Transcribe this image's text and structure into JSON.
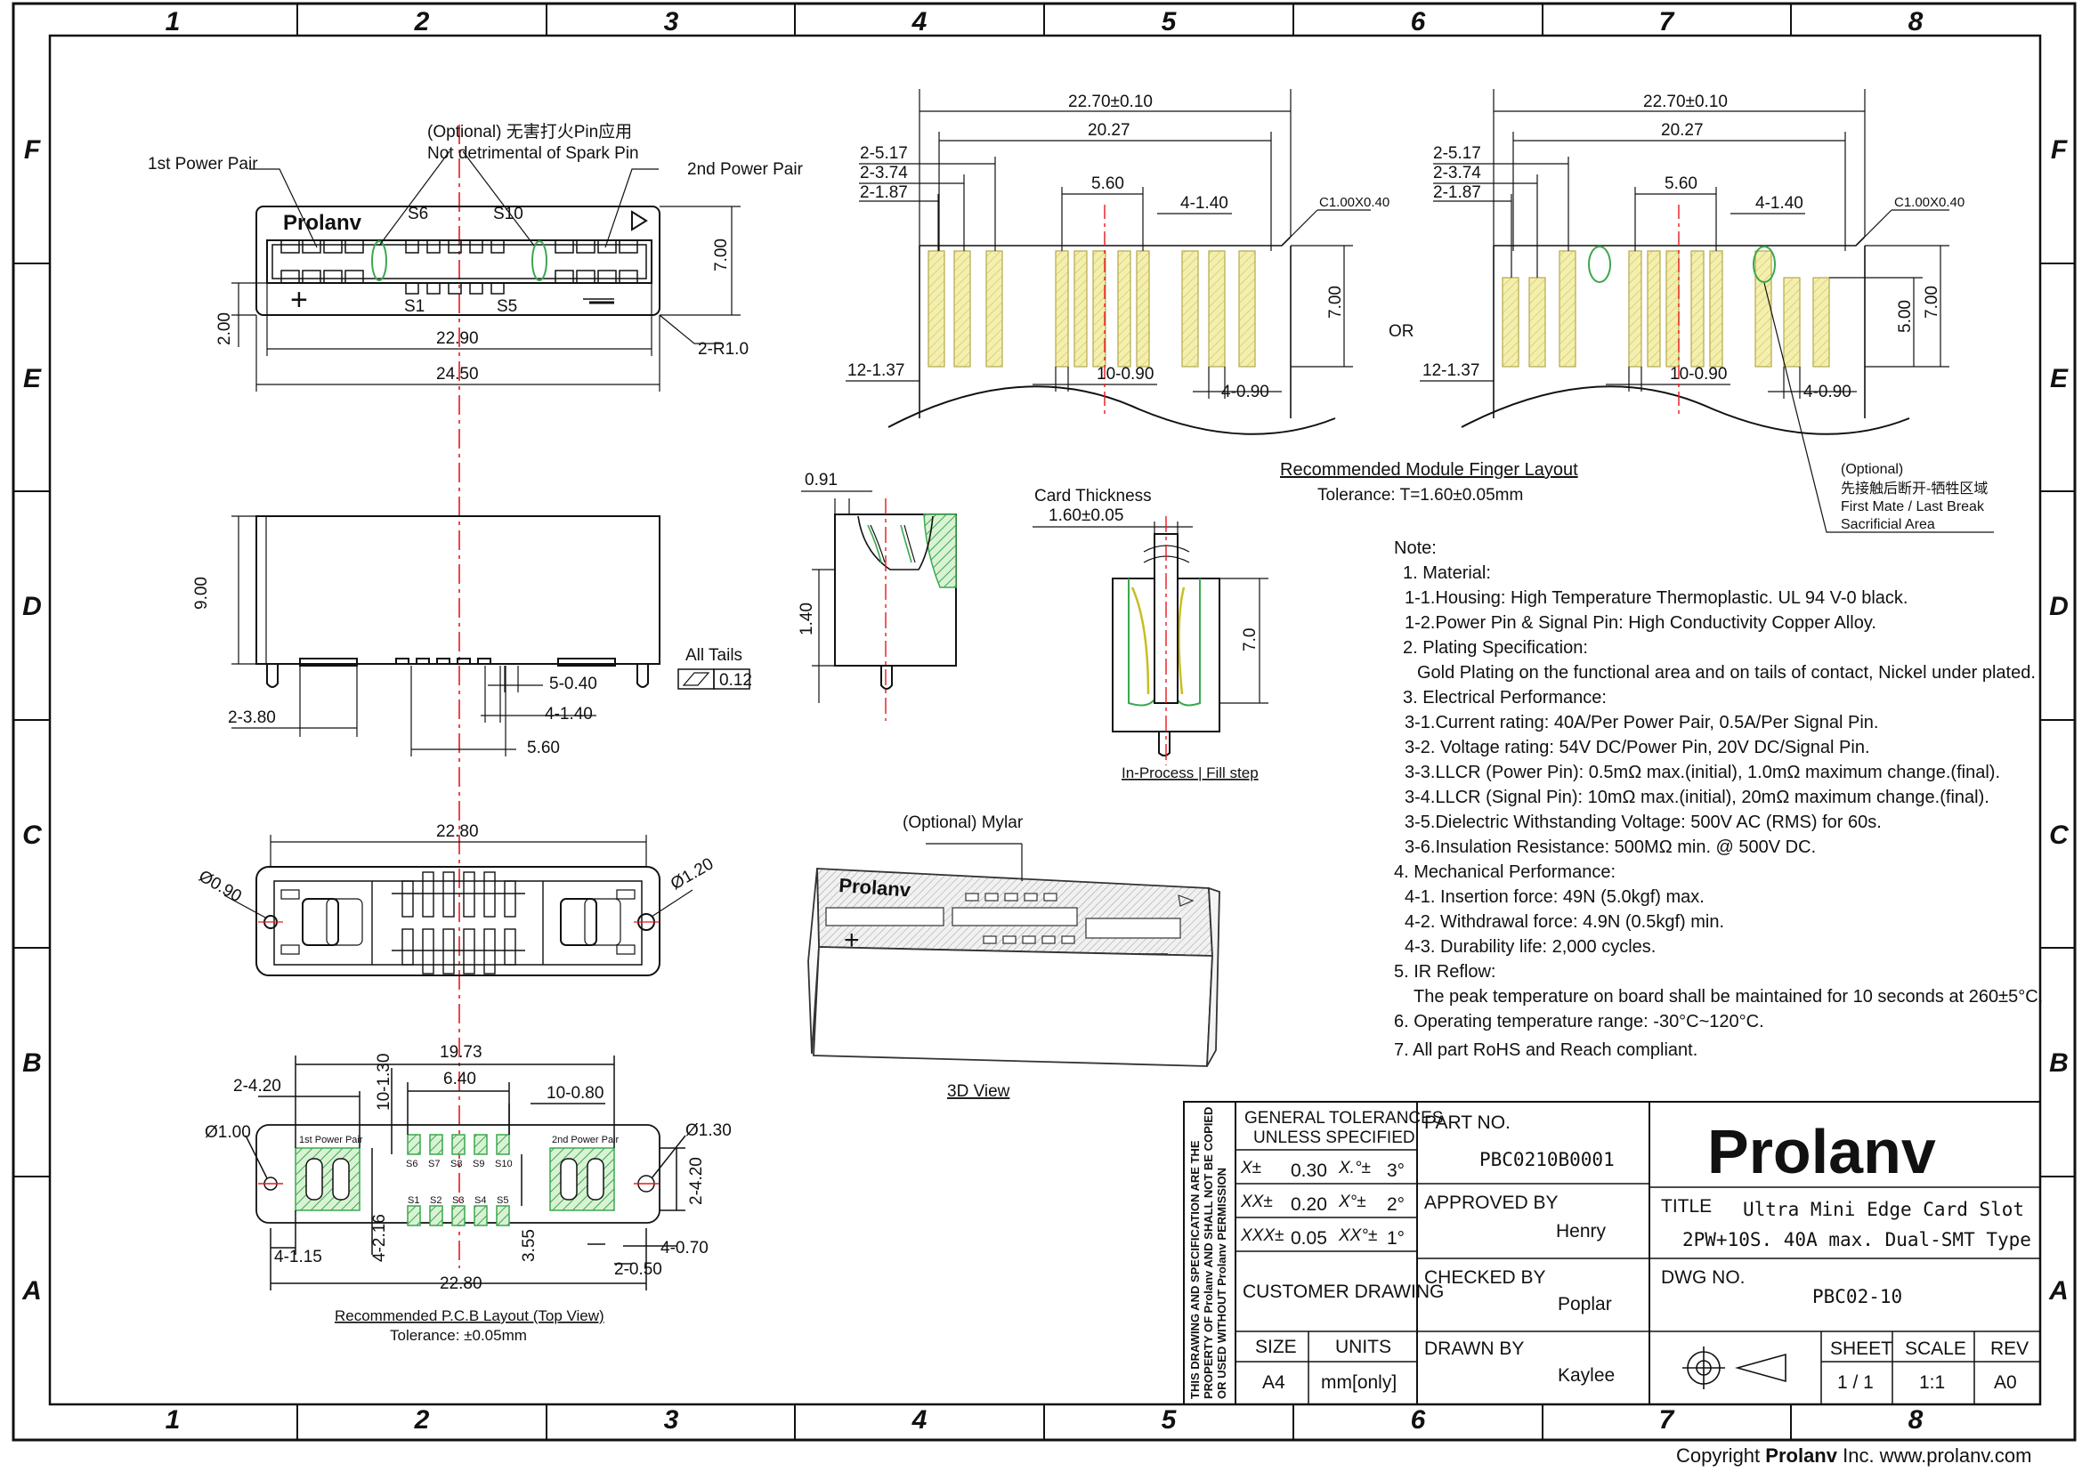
{
  "zones": {
    "cols": [
      "1",
      "2",
      "3",
      "4",
      "5",
      "6",
      "7",
      "8"
    ],
    "rows": [
      "F",
      "E",
      "D",
      "C",
      "B",
      "A"
    ]
  },
  "top_view": {
    "brand": "Prolanv",
    "optional_note_1": "(Optional) 无害打火Pin应用",
    "optional_note_2": "Not detrimental of Spark Pin",
    "power_pair_1": "1st Power Pair",
    "power_pair_2": "2nd Power Pair",
    "s6": "S6",
    "s10": "S10",
    "s1": "S1",
    "s5": "S5",
    "plus": "+",
    "dim_700": "7.00",
    "dim_200": "2.00",
    "dim_2290": "22.90",
    "dim_2450": "24.50",
    "dim_r1": "2-R1.0"
  },
  "front_view": {
    "dim_900": "9.00",
    "dim_380": "2-3.80",
    "dim_040": "5-0.40",
    "dim_140": "4-1.40",
    "dim_560": "5.60",
    "all_tails": "All Tails",
    "coplanarity": "0.12"
  },
  "bottom_view": {
    "dim_2280": "22.80",
    "dim_090": "Ø0.90",
    "dim_120": "Ø1.20"
  },
  "pcb_layout": {
    "dim_1973": "19.73",
    "dim_640": "6.40",
    "dim_420": "2-4.20",
    "dim_10130": "10-1.30",
    "dim_1080": "10-0.80",
    "dim_100": "Ø1.00",
    "dim_130": "Ø1.30",
    "pp1": "1st Power Pair",
    "pp2": "2nd Power Pair",
    "top_pins": [
      "S6",
      "S7",
      "S8",
      "S9",
      "S10"
    ],
    "bot_pins": [
      "S1",
      "S2",
      "S3",
      "S4",
      "S5"
    ],
    "dim_2420": "2-4.20",
    "dim_4216": "4-2.16",
    "dim_355": "3.55",
    "dim_4115": "4-1.15",
    "dim_2050": "2-0.50",
    "dim_4070": "4-0.70",
    "dim_2280": "22.80",
    "caption": "Recommended P.C.B Layout (Top View)",
    "tolerance": "Tolerance: ±0.05mm"
  },
  "side_section": {
    "dim_091": "0.91",
    "dim_140": "1.40"
  },
  "card_section": {
    "title": "Card Thickness",
    "thickness": "1.60±0.05",
    "dim_70": "7.0",
    "caption": "In-Process | Fill step"
  },
  "view_3d": {
    "mylar": "(Optional) Mylar",
    "brand": "Prolanv",
    "caption": "3D View"
  },
  "finger_layout": {
    "dim_total": "22.70±0.10",
    "dim_2027": "20.27",
    "dim_517": "2-5.17",
    "dim_374": "2-3.74",
    "dim_187": "2-1.87",
    "dim_560": "5.60",
    "dim_4140": "4-1.40",
    "chamfer": "C1.00X0.40",
    "dim_700": "7.00",
    "dim_500": "5.00",
    "dim_12137": "12-1.37",
    "dim_10090": "10-0.90",
    "dim_4090": "4-0.90",
    "or": "OR",
    "caption": "Recommended Module Finger Layout",
    "tolerance": "Tolerance: T=1.60±0.05mm",
    "opt_1": "(Optional)",
    "opt_2": "先接触后断开-牺牲区域",
    "opt_3": "First Mate / Last Break",
    "opt_4": "Sacrificial Area"
  },
  "notes": [
    "Note:",
    "1. Material:",
    "1-1.Housing:  High Temperature Thermoplastic. UL 94 V-0 black.",
    "1-2.Power Pin & Signal Pin: High Conductivity Copper Alloy.",
    "2. Plating Specification:",
    "Gold Plating on the functional area and on tails of contact, Nickel under plated.",
    "3. Electrical Performance:",
    "3-1.Current rating: 40A/Per Power Pair, 0.5A/Per Signal Pin.",
    "3-2. Voltage rating: 54V DC/Power Pin, 20V DC/Signal Pin.",
    "3-3.LLCR (Power Pin): 0.5mΩ max.(initial), 1.0mΩ maximum change.(final).",
    "3-4.LLCR (Signal Pin): 10mΩ max.(initial), 20mΩ maximum change.(final).",
    "3-5.Dielectric Withstanding Voltage: 500V AC (RMS) for 60s.",
    "3-6.Insulation Resistance: 500MΩ min. @ 500V DC.",
    "4. Mechanical Performance:",
    "4-1. Insertion force: 49N (5.0kgf) max.",
    "4-2. Withdrawal force: 4.9N (0.5kgf) min.",
    "4-3. Durability life: 2,000 cycles.",
    "5. IR Reflow:",
    "The peak temperature on board shall be maintained for 10 seconds at 260±5°C.",
    "6. Operating temperature range: -30°C~120°C.",
    "7. All part RoHS and Reach compliant."
  ],
  "title_block": {
    "vertical_1": "THIS DRAWING AND SPECIFICATION ARE THE",
    "vertical_2": "PROPERTY OF Prolanv AND SHALL NOT BE COPIED",
    "vertical_3": "OR USED WITHOUT Prolanv PERMISSION",
    "gen_tol_1": "GENERAL TOLERANCES",
    "gen_tol_2": "UNLESS  SPECIFIED",
    "x_lbl": "X±",
    "x_val": "0.30",
    "xa_lbl": "X.°±",
    "xa_val": "3°",
    "xx_lbl": "XX±",
    "xx_val": "0.20",
    "xxa_lbl": "X°±",
    "xxa_val": "2°",
    "xxx_lbl": "XXX±",
    "xxx_val": "0.05",
    "xxxa_lbl": "XX°±",
    "xxxa_val": "1°",
    "customer_drawing": "CUSTOMER DRAWING",
    "size_lbl": "SIZE",
    "size_val": "A4",
    "units_lbl": "UNITS",
    "units_val": "mm[only]",
    "part_no_lbl": "PART NO.",
    "part_no_val": "PBC0210B0001",
    "approved_lbl": "APPROVED BY",
    "approved_val": "Henry",
    "checked_lbl": "CHECKED BY",
    "checked_val": "Poplar",
    "drawn_lbl": "DRAWN BY",
    "drawn_val": "Kaylee",
    "logo": "Prolanv",
    "title_lbl": "TITLE",
    "title_1": "Ultra Mini Edge Card Slot",
    "title_2": "2PW+10S. 40A max. Dual-SMT Type",
    "dwg_lbl": "DWG NO.",
    "dwg_val": "PBC02-10",
    "sheet_lbl": "SHEET",
    "sheet_val": "1 / 1",
    "scale_lbl": "SCALE",
    "scale_val": "1:1",
    "rev_lbl": "REV",
    "rev_val": "A0"
  },
  "copyright": {
    "prefix": "Copyright",
    "brand": "Prolanv",
    "suffix": "Inc. www.prolanv.com"
  },
  "colors": {
    "centerline": "#e8181f",
    "gold": "#f1eca7",
    "gold_stroke": "#c9bd52",
    "green": "#3aa84e",
    "green_hatch": "#bfe7b8",
    "line": "#111111"
  }
}
